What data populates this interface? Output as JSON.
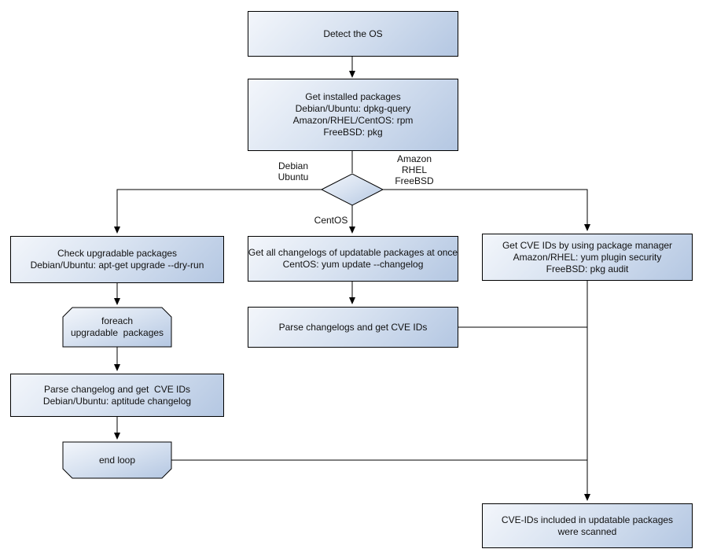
{
  "colors": {
    "background": "#ffffff",
    "node_border": "#000000",
    "gradient_start": "#f3f6fb",
    "gradient_mid": "#d9e3f1",
    "gradient_end": "#b4c7e2",
    "line": "#000000",
    "text": "#111111"
  },
  "nodes": {
    "detect_os": {
      "lines": [
        "Detect the OS"
      ]
    },
    "get_installed_packages": {
      "lines": [
        "Get installed packages",
        "Debian/Ubuntu: dpkg-query",
        "Amazon/RHEL/CentOS: rpm",
        "FreeBSD: pkg"
      ]
    },
    "check_upgradable": {
      "lines": [
        "Check upgradable packages",
        "Debian/Ubuntu: apt-get upgrade --dry-run"
      ]
    },
    "foreach_loop": {
      "lines": [
        "foreach",
        "upgradable  packages"
      ]
    },
    "parse_changelog_debian": {
      "lines": [
        "Parse changelog and get  CVE IDs",
        "Debian/Ubuntu: aptitude changelog"
      ]
    },
    "end_loop": {
      "lines": [
        "end loop"
      ]
    },
    "get_all_changelogs": {
      "lines": [
        "Get all changelogs of updatable packages at once",
        "CentOS: yum update --changelog"
      ]
    },
    "parse_changelogs_centos": {
      "lines": [
        "Parse changelogs and get CVE IDs"
      ]
    },
    "get_cve_ids_pkg_manager": {
      "lines": [
        "Get CVE IDs by using package manager",
        "Amazon/RHEL: yum plugin security",
        "FreeBSD: pkg audit"
      ]
    },
    "result_scanned": {
      "lines": [
        "CVE-IDs included in updatable packages",
        "were scanned"
      ]
    }
  },
  "edge_labels": {
    "debian_ubuntu": {
      "lines": [
        "Debian",
        "Ubuntu"
      ]
    },
    "amazon_rhel_freebsd": {
      "lines": [
        "Amazon",
        "RHEL",
        "FreeBSD"
      ]
    },
    "centos": {
      "lines": [
        "CentOS"
      ]
    }
  }
}
